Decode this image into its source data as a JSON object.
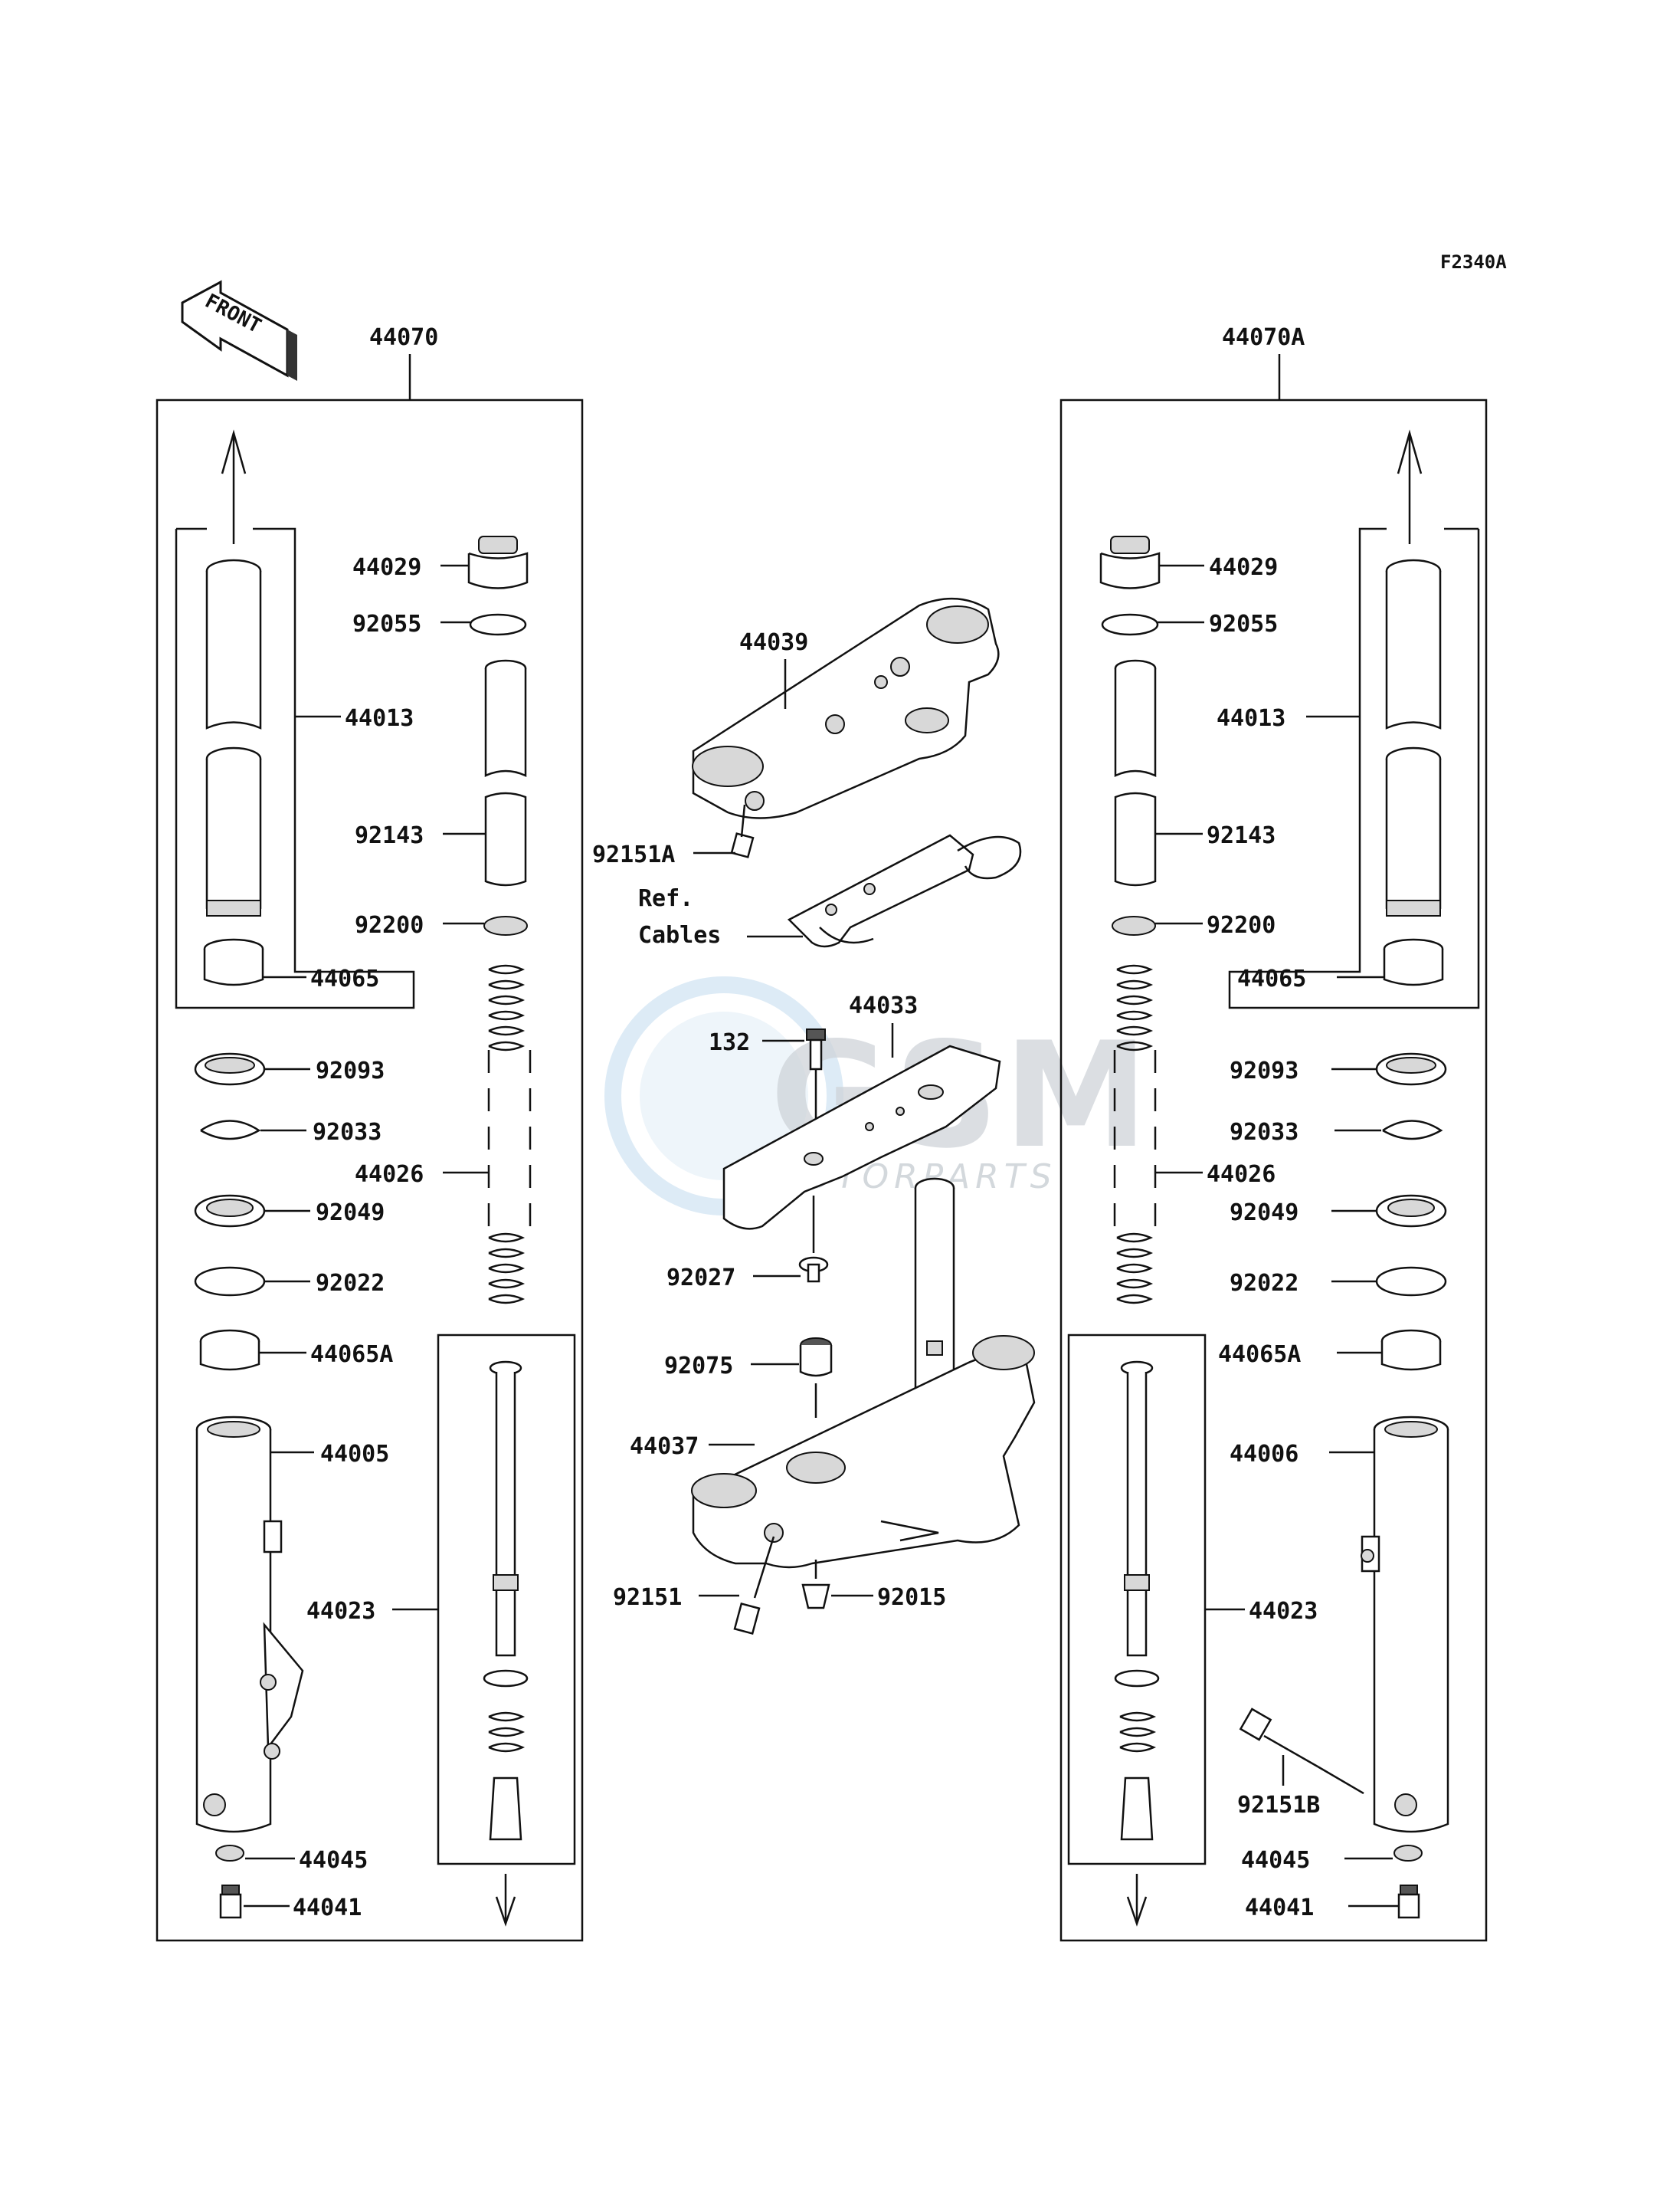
{
  "figure_code": "F2340A",
  "front_label": "FRONT",
  "assemblies": {
    "left": "44070",
    "right": "44070A"
  },
  "labels": {
    "l_44029": "44029",
    "l_92055": "92055",
    "l_44013": "44013",
    "l_92143": "92143",
    "l_92200": "92200",
    "l_44065": "44065",
    "l_92093": "92093",
    "l_92033": "92033",
    "l_44026": "44026",
    "l_92049": "92049",
    "l_92022": "92022",
    "l_44065A": "44065A",
    "l_44005": "44005",
    "l_44023": "44023",
    "l_44045": "44045",
    "l_44041": "44041",
    "r_44029": "44029",
    "r_92055": "92055",
    "r_44013": "44013",
    "r_92143": "92143",
    "r_92200": "92200",
    "r_44065": "44065",
    "r_92093": "92093",
    "r_92033": "92033",
    "r_44026": "44026",
    "r_92049": "92049",
    "r_92022": "92022",
    "r_44065A": "44065A",
    "r_44006": "44006",
    "r_44023": "44023",
    "r_92151B": "92151B",
    "r_44045": "44045",
    "r_44041": "44041",
    "c_44039": "44039",
    "c_92151A": "92151A",
    "c_ref": "Ref.",
    "c_cables": "Cables",
    "c_132": "132",
    "c_44033": "44033",
    "c_92027": "92027",
    "c_92075": "92075",
    "c_44037": "44037",
    "c_92151": "92151",
    "c_92015": "92015"
  },
  "watermark": {
    "brand": "GSM",
    "sub": "MOTORPARTS",
    "color": "#cfd4d9"
  }
}
